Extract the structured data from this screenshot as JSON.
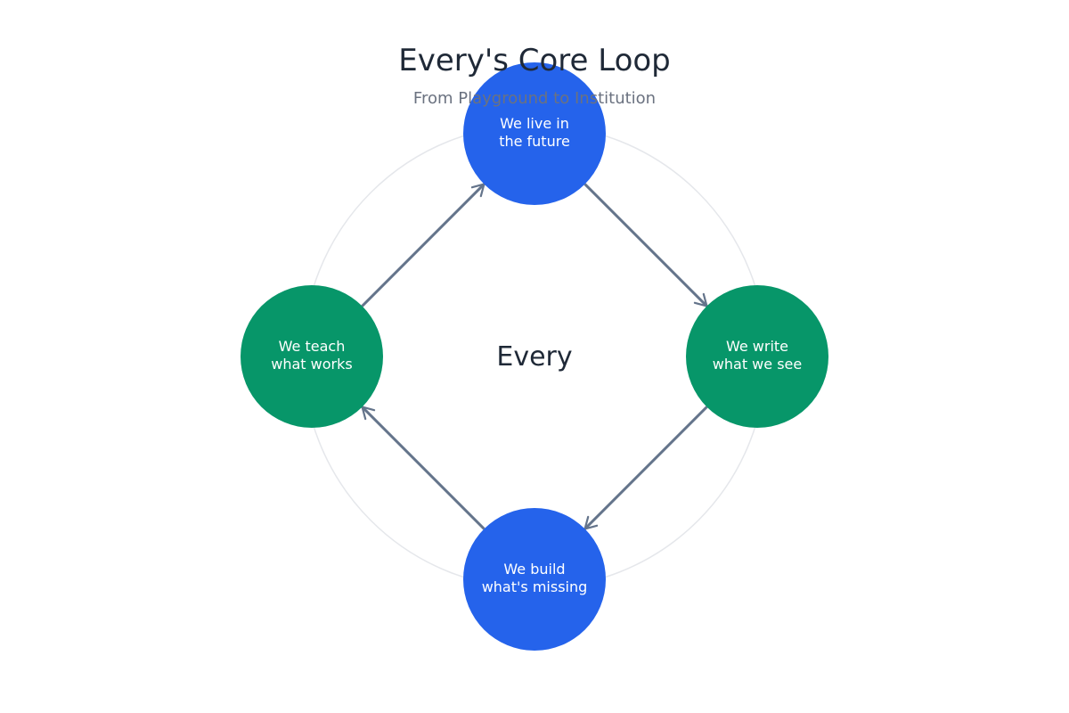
{
  "title": "Every's Core Loop",
  "subtitle": "From Playground to Institution",
  "center_label": "Every",
  "colors": {
    "blue": "#2563eb",
    "green": "#079669",
    "arrow": "#64748b",
    "ring": "#e5e7eb"
  },
  "nodes": [
    {
      "id": "live",
      "lines": [
        "We live in",
        "the future"
      ],
      "color": "blue"
    },
    {
      "id": "write",
      "lines": [
        "We write",
        "what we see"
      ],
      "color": "green"
    },
    {
      "id": "build",
      "lines": [
        "We build",
        "what's missing"
      ],
      "color": "blue"
    },
    {
      "id": "teach",
      "lines": [
        "We teach",
        "what works"
      ],
      "color": "green"
    }
  ],
  "edges": [
    {
      "from": "live",
      "to": "write"
    },
    {
      "from": "write",
      "to": "build"
    },
    {
      "from": "build",
      "to": "teach"
    },
    {
      "from": "teach",
      "to": "live"
    }
  ]
}
